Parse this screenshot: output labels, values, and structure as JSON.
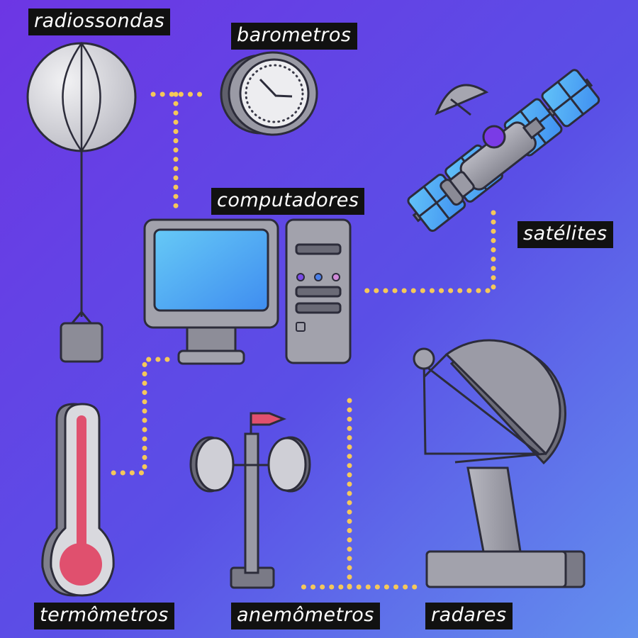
{
  "labels": {
    "radiossondas": "radiossondas",
    "barometros": "barometros",
    "computadores": "computadores",
    "satelites": "satélites",
    "termometros": "termômetros",
    "anemometros": "anemômetros",
    "radares": "radares"
  },
  "colors": {
    "background_start": "#6a3ae6",
    "background_end": "#5f86ee",
    "connector": "#f5c85a",
    "label_bg": "#111111",
    "device_gray": "#9b9ba6",
    "device_dark": "#5c5c68",
    "outline": "#2c2c3a",
    "screen_blue": "#4fa9f2",
    "thermometer_red": "#e0506e"
  }
}
